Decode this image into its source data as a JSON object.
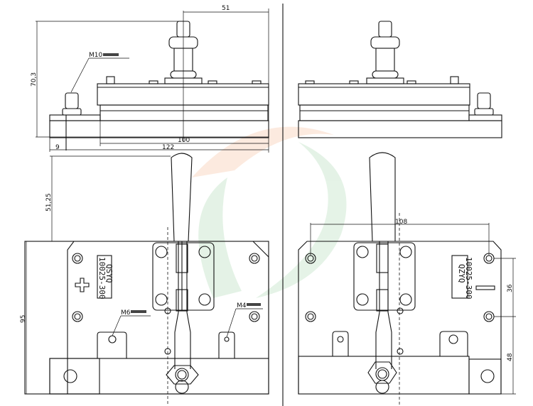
{
  "drawing": {
    "accent_colors": {
      "watermark_green": "#cfe9d3",
      "watermark_orange": "#fbd9c6",
      "line": "#111111"
    },
    "top_left_view": {
      "dimensions": {
        "stud_offset": "51",
        "height": "70,3",
        "block_width": "100",
        "total_width": "122",
        "edge_offset": "9"
      },
      "callouts": {
        "bolt": "M10"
      }
    },
    "bottom_left_view": {
      "dimensions": {
        "handle_height": "51,25",
        "plate_height": "95"
      },
      "callouts": {
        "hole_m6": "M6",
        "hole_m4": "M4"
      },
      "nameplate": {
        "line1": "QSYQ",
        "line2": "10025-300"
      },
      "polarity_symbol": "+"
    },
    "bottom_right_view": {
      "dimensions": {
        "hole_spacing": "108",
        "hole_vertical": "36",
        "bottom_offset": "48"
      },
      "nameplate": {
        "line1": "QZYQ",
        "line2": "10025-300"
      },
      "polarity_symbol": "-"
    }
  }
}
